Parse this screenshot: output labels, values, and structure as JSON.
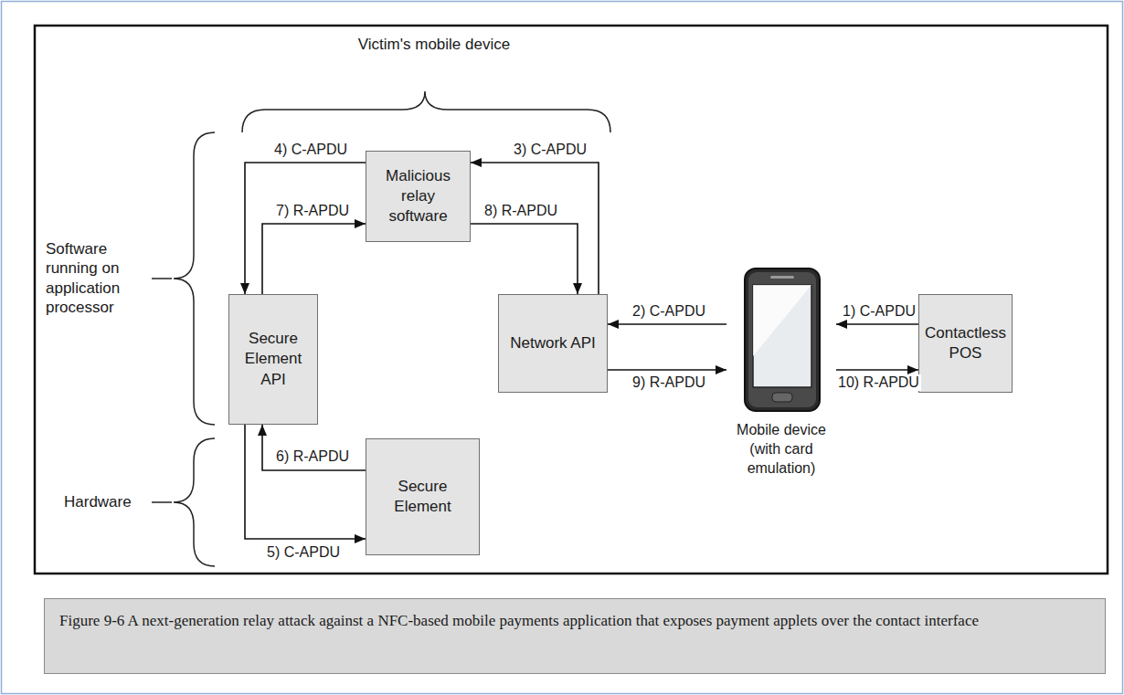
{
  "diagram": {
    "caption": "Figure 9-6 A next-generation relay attack against a NFC-based mobile payments application that exposes payment applets over the contact interface",
    "nodes": [
      {
        "text": [
          "Malicious relay software"
        ]
      },
      {
        "text": [
          "Secure Element API"
        ]
      },
      {
        "text": [
          "Network API"
        ]
      },
      {
        "text": [
          "Secure Element"
        ]
      },
      {
        "text": [
          "Mobile device (with card emulation)"
        ]
      },
      {
        "text": [
          "Contactless POS"
        ]
      }
    ],
    "edges": [
      {
        "from": 5,
        "to": 4,
        "arrow": "to",
        "label": "1) C-APDU"
      },
      {
        "from": 4,
        "to": 2,
        "arrow": "to",
        "label": "2) C-APDU"
      },
      {
        "from": 2,
        "to": 0,
        "arrow": "to",
        "label": "3) C-APDU"
      },
      {
        "from": 0,
        "to": 1,
        "arrow": "to",
        "label": "4) C-APDU"
      },
      {
        "from": 1,
        "to": 3,
        "arrow": "to",
        "label": "5) C-APDU"
      },
      {
        "from": 3,
        "to": 1,
        "arrow": "to",
        "label": "6) R-APDU"
      },
      {
        "from": 1,
        "to": 0,
        "arrow": "to",
        "label": "7) R-APDU"
      },
      {
        "from": 0,
        "to": 2,
        "arrow": "to",
        "label": "8) R-APDU"
      },
      {
        "from": 2,
        "to": 4,
        "arrow": "to",
        "label": "9) R-APDU"
      },
      {
        "from": 4,
        "to": 5,
        "arrow": "to",
        "label": "10) R-APDU"
      }
    ],
    "labels": [
      "Victim's mobile device",
      "Software running on application processor",
      "Hardware"
    ]
  }
}
